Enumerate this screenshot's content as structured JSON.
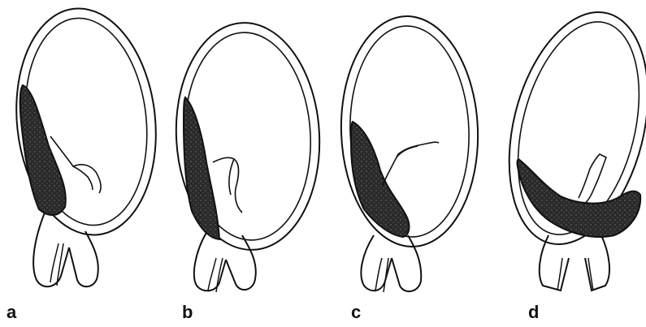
{
  "figure": {
    "panels": [
      {
        "label": "a"
      },
      {
        "label": "b"
      },
      {
        "label": "c"
      },
      {
        "label": "d"
      }
    ],
    "colors": {
      "line": "#111111",
      "fill_dark": "#1a1a1a",
      "background": "#ffffff"
    }
  }
}
